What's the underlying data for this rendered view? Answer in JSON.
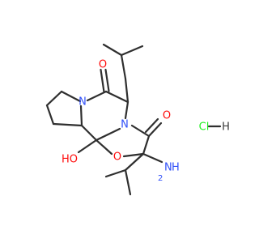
{
  "molecule": {
    "element_colors": {
      "O": "#ff0d0d",
      "N": "#3050f8",
      "Cl": "#1ff01f",
      "C": "#2f2f2f",
      "H": "#3a3a3a"
    },
    "atoms": {
      "o_ketone_top": "O",
      "o_ketone_right": "O",
      "n_pyrrolidine": "N",
      "n_ring": "N",
      "o_ring": "O",
      "o_hydroxy": "HO",
      "n_amino": "N",
      "amino_h2": "H",
      "amino_h2_sub": "2",
      "hcl_cl": "Cl",
      "hcl_h": "H"
    }
  }
}
